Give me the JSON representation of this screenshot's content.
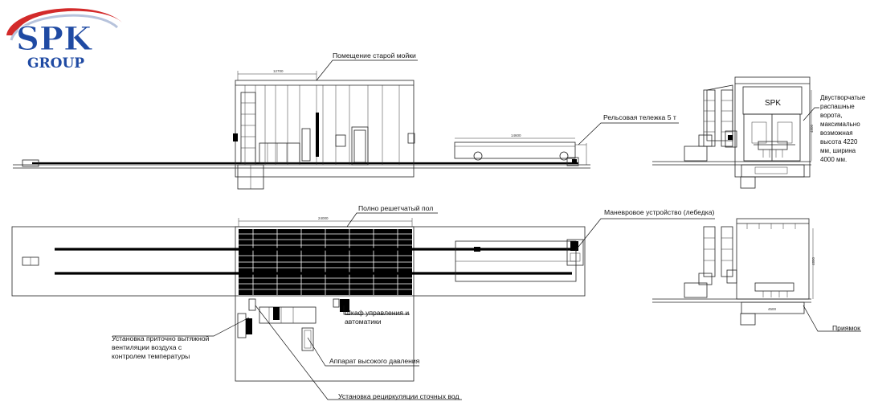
{
  "logo": {
    "brand": "SPK",
    "sub": "GROUP",
    "accent": "#1f4aa3",
    "swoosh": "#d32a2a"
  },
  "colors": {
    "line": "#000000",
    "background": "#ffffff"
  },
  "callouts": {
    "old_wash_room": "Помещение старой мойки",
    "rail_cart": "Рельсовая тележка 5 т",
    "gates": [
      "Двустворчатые",
      "распашные",
      "ворота,",
      "максимально",
      "возможная",
      "высота 4220",
      "мм, ширина",
      "4000 мм."
    ],
    "grated_floor": "Полно решетчатый пол",
    "shunting": "Маневровое устройство (лебедка)",
    "control_cabinet": [
      "Шкаф управления и",
      "автоматики"
    ],
    "ventilation": [
      "Установка приточно вытяжной",
      "вентиляции воздуха с",
      "контролем температуры"
    ],
    "pressure_washer": "Аппарат высокого давления",
    "recirculation": "Установка рециркуляции сточных вод",
    "pit": "Приямок"
  },
  "section_sign": "SPK",
  "dimensions": {
    "top_span": "12700",
    "cart_span": "14600",
    "plan_span": "24000",
    "pit_width": "4500"
  }
}
